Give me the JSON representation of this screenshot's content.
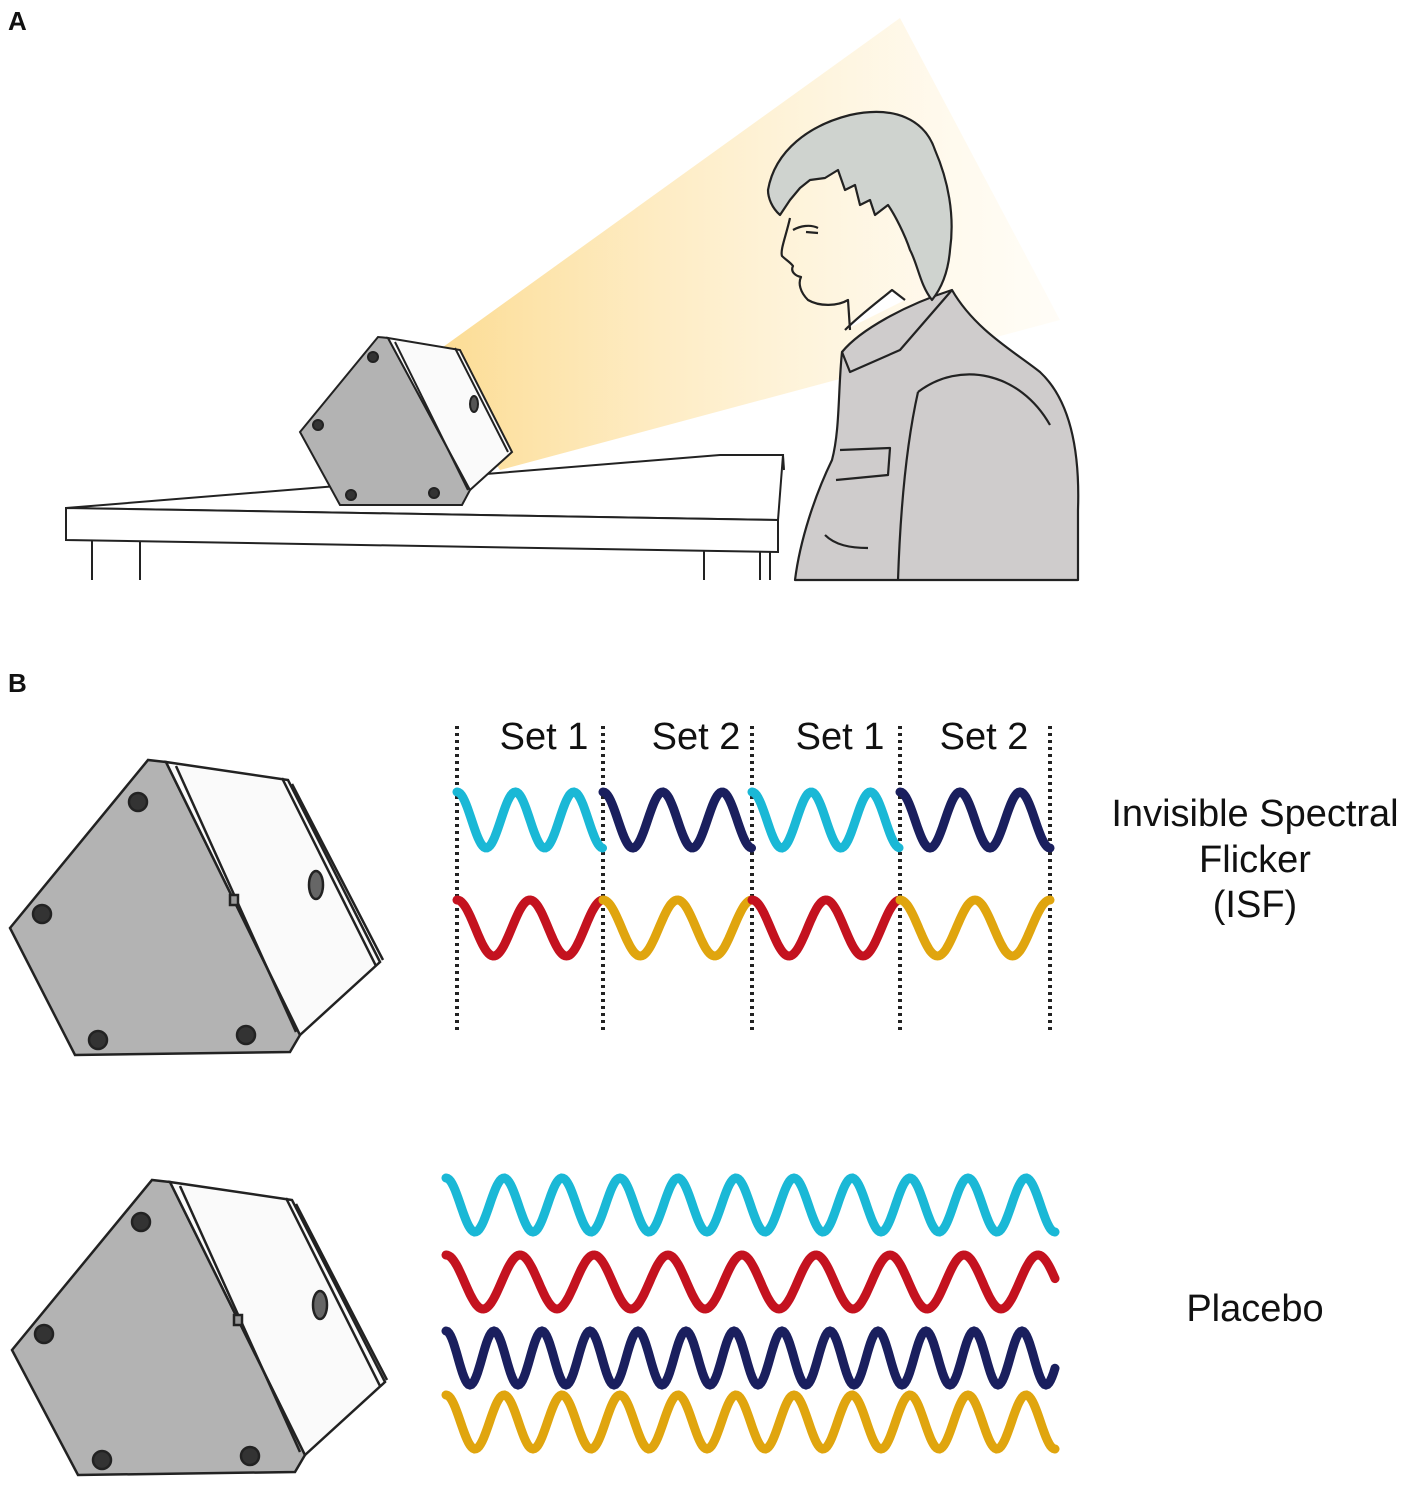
{
  "panels": {
    "a": {
      "letter": "A"
    },
    "b": {
      "letter": "B",
      "set_labels": [
        "Set 1",
        "Set 2",
        "Set 1",
        "Set 2"
      ],
      "isf_label_lines": [
        "Invisible Spectral",
        "Flicker",
        "(ISF)"
      ],
      "placebo_label": "Placebo"
    }
  },
  "colors": {
    "cyan": "#1ab8d6",
    "navy": "#1a1f5e",
    "red": "#c4121f",
    "gold": "#e0a50e",
    "device_gray": "#b3b3b3",
    "clothing_gray": "#cfcccc",
    "hair_gray": "#cfd3cf",
    "light_beam": "#fde4a6"
  }
}
